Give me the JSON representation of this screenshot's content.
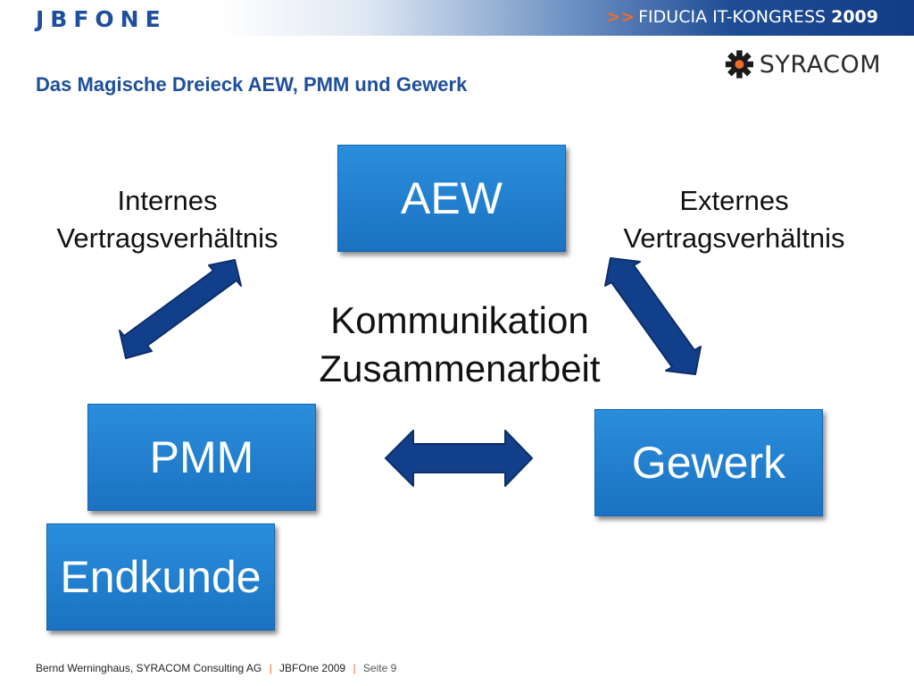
{
  "header": {
    "logo_text": "JBFONE",
    "congress_prefix": ">>",
    "congress_name": "FIDUCIA IT-KONGRESS",
    "congress_year": "2009",
    "partner_logo": "SYRACOM",
    "partner_logo_icon": "syracom-gear-icon"
  },
  "title": "Das Magische Dreieck AEW, PMM und Gewerk",
  "boxes": {
    "aew": "AEW",
    "pmm": "PMM",
    "gewerk": "Gewerk",
    "endkunde": "Endkunde"
  },
  "labels": {
    "internal_line1": "Internes",
    "internal_line2": "Vertragsverhältnis",
    "external_line1": "Externes",
    "external_line2": "Vertragsverhältnis"
  },
  "center": {
    "line1": "Kommunikation",
    "line2": "Zusammenarbeit"
  },
  "footer": {
    "author": "Bernd Werninghaus, SYRACOM Consulting AG",
    "separator": "|",
    "event": "JBFOne 2009",
    "page": "Seite 9"
  },
  "colors": {
    "brand_blue": "#1e4f9c",
    "box_blue": "#1b72c2",
    "arrow_blue": "#123f8a",
    "accent_orange": "#f06a2a"
  }
}
